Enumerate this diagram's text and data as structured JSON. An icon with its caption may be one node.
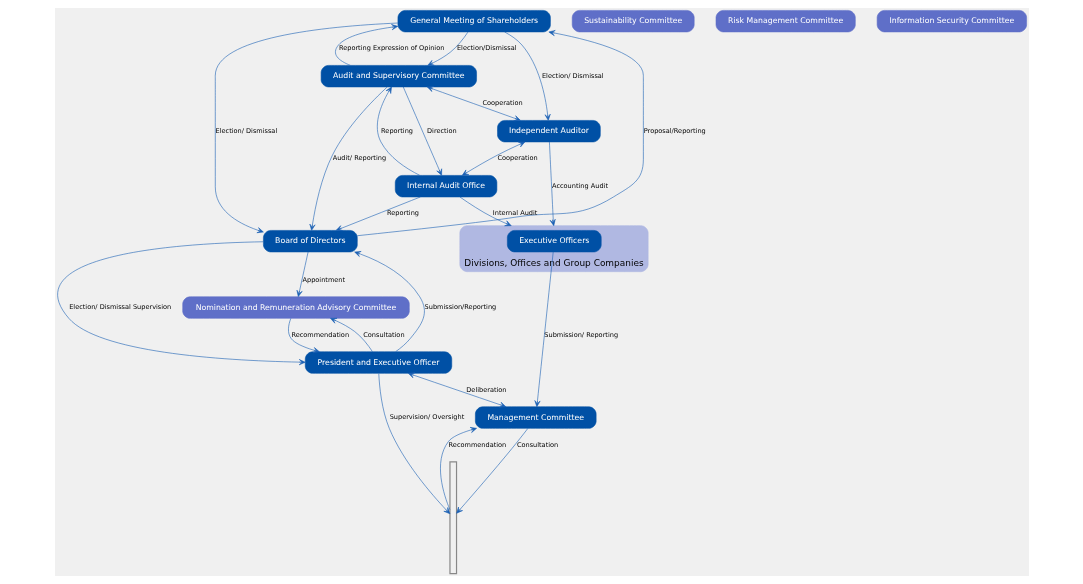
{
  "diagram": {
    "nodes": [
      {
        "text": [
          "General Meeting of Shareholders"
        ]
      },
      {
        "text": [
          "Audit and Supervisory Committee"
        ]
      },
      {
        "text": [
          "Board of Directors"
        ]
      },
      {
        "text": [
          "Independent Auditor"
        ]
      },
      {
        "text": [
          "Internal Audit Office"
        ]
      },
      {
        "text": [
          "President and Executive Officer"
        ]
      },
      {
        "text": [
          "Nomination and Remuneration Advisory Committee"
        ]
      },
      {
        "text": [
          "Sustainability Committee"
        ]
      },
      {
        "text": [],
        "shape": "bracket"
      },
      {
        "text": [
          "Management Committee"
        ]
      },
      {
        "text": [
          "Risk Management Committee"
        ]
      },
      {
        "text": [
          "Information Security Committee"
        ]
      },
      {
        "text": [
          "Divisions, Offices and Group Companies"
        ]
      },
      {
        "text": [
          "Executive Officers"
        ],
        "in": 12
      }
    ],
    "edges": [
      {
        "from": 0,
        "to": 3,
        "arrow": "to",
        "label": "Election/ Dismissal"
      },
      {
        "from": 0,
        "to": 1,
        "arrow": "to",
        "label": "Election/Dismissal"
      },
      {
        "from": 1,
        "to": 0,
        "arrow": "to",
        "label": "Reporting Expression of Opinion"
      },
      {
        "from": 1,
        "to": 3,
        "arrow": "both",
        "label": "Cooperation"
      },
      {
        "from": 1,
        "to": 2,
        "arrow": "to",
        "label": "Audit/ Reporting"
      },
      {
        "from": 0,
        "to": 2,
        "arrow": "to",
        "label": "Election/ Dismissal"
      },
      {
        "from": 2,
        "to": 0,
        "arrow": "to",
        "label": "Proposal/Reporting"
      },
      {
        "from": 2,
        "to": 6,
        "arrow": "to",
        "label": "Appointment"
      },
      {
        "from": 1,
        "to": 4,
        "arrow": "to",
        "label": "Direction"
      },
      {
        "from": 4,
        "to": 1,
        "arrow": "to",
        "label": "Reporting"
      },
      {
        "from": 3,
        "to": 4,
        "arrow": "both",
        "label": "Cooperation"
      },
      {
        "from": 4,
        "to": 2,
        "arrow": "to",
        "label": "Reporting"
      },
      {
        "from": 2,
        "to": 5,
        "arrow": "to",
        "label": "Election/ Dismissal Supervision"
      },
      {
        "from": 5,
        "to": 2,
        "arrow": "to",
        "label": "Submission/Reporting"
      },
      {
        "from": 5,
        "to": 6,
        "arrow": "to",
        "label": "Consultation"
      },
      {
        "from": 6,
        "to": 5,
        "arrow": "to",
        "label": "Recommendation"
      },
      {
        "from": 5,
        "to": 9,
        "arrow": "both",
        "label": "Deliberation"
      },
      {
        "from": 5,
        "to": 8,
        "arrow": "to",
        "label": "Supervision/ Oversight"
      },
      {
        "from": 9,
        "to": 8,
        "arrow": "to",
        "label": "Consultation"
      },
      {
        "from": 8,
        "to": 9,
        "arrow": "to",
        "label": "Recommendation"
      },
      {
        "from": 3,
        "to": 12,
        "arrow": "to",
        "label": "Accounting Audit"
      },
      {
        "from": 4,
        "to": 12,
        "arrow": "to",
        "label": "Internal Audit"
      },
      {
        "from": 13,
        "to": 9,
        "arrow": "to",
        "label": "Submission/ Reporting"
      }
    ]
  }
}
